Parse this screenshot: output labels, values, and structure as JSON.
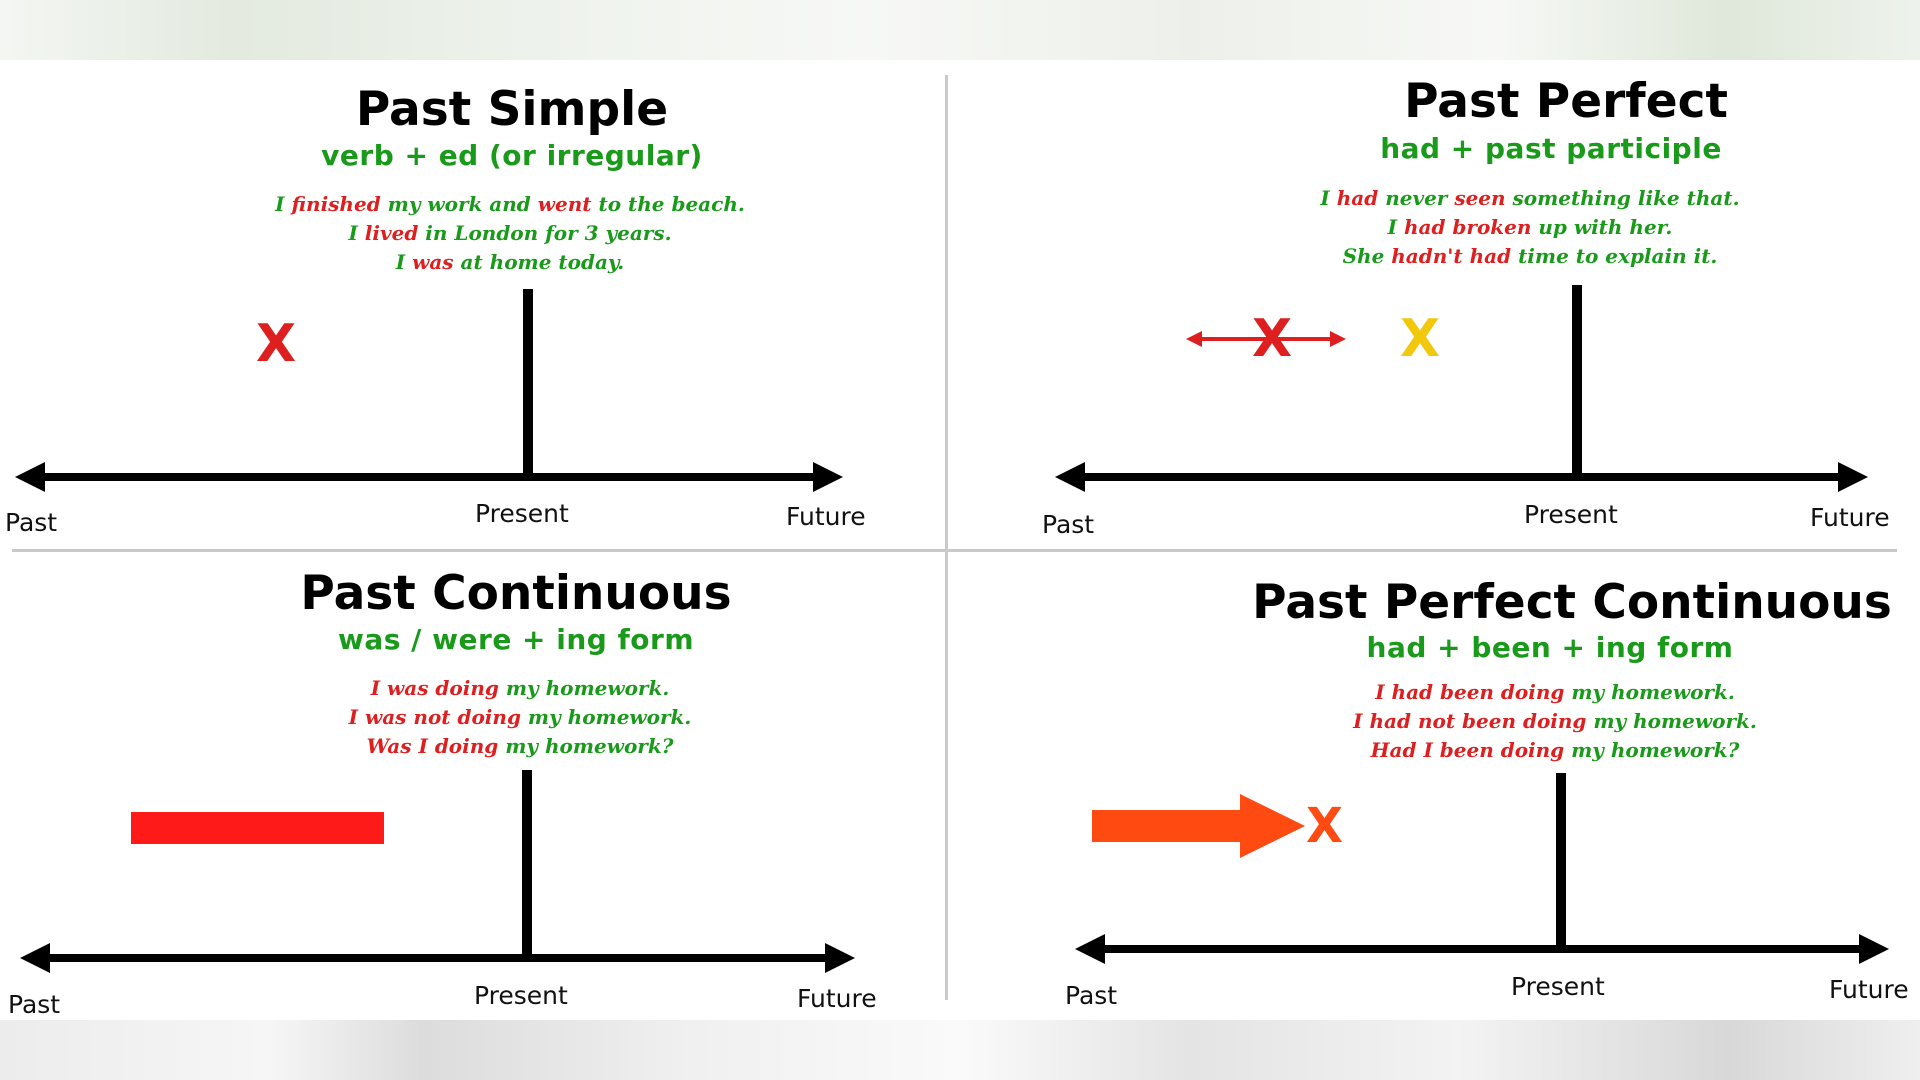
{
  "colors": {
    "green": "#1a9a1a",
    "red": "#dd1f1f",
    "yellow": "#f2c80f",
    "orange_red": "#ff4a12",
    "axis": "#000000"
  },
  "axis_labels": {
    "past": "Past",
    "present": "Present",
    "future": "Future"
  },
  "panels": [
    {
      "title": "Past Simple",
      "formula": "verb + ed (or irregular)",
      "examples": [
        [
          [
            "I ",
            "g"
          ],
          [
            "finished",
            "r"
          ],
          [
            " my work and ",
            "g"
          ],
          [
            "went",
            "r"
          ],
          [
            " to the beach.",
            "g"
          ]
        ],
        [
          [
            "I ",
            "g"
          ],
          [
            "lived",
            "r"
          ],
          [
            " in London for 3 years.",
            "g"
          ]
        ],
        [
          [
            "I ",
            "g"
          ],
          [
            "was",
            "r"
          ],
          [
            " at home today.",
            "g"
          ]
        ]
      ],
      "markers": [
        {
          "kind": "cross",
          "label": "X",
          "color": "red"
        }
      ]
    },
    {
      "title": "Past Perfect",
      "formula": "had + past participle",
      "examples": [
        [
          [
            "I ",
            "g"
          ],
          [
            "had",
            "r"
          ],
          [
            " never ",
            "g"
          ],
          [
            "seen",
            "r"
          ],
          [
            " something like that.",
            "g"
          ]
        ],
        [
          [
            "I ",
            "g"
          ],
          [
            "had broken",
            "r"
          ],
          [
            " up with her.",
            "g"
          ]
        ],
        [
          [
            "She ",
            "g"
          ],
          [
            "hadn't had",
            "r"
          ],
          [
            " time to explain it.",
            "g"
          ]
        ]
      ],
      "markers": [
        {
          "kind": "cross-with-arrows",
          "label": "X",
          "color": "red"
        },
        {
          "kind": "cross",
          "label": "X",
          "color": "yellow"
        }
      ]
    },
    {
      "title": "Past Continuous",
      "formula": "was / were + ing form",
      "examples": [
        [
          [
            "I ",
            "r"
          ],
          [
            "was doing",
            "r"
          ],
          [
            " my homework.",
            "g"
          ]
        ],
        [
          [
            "I ",
            "r"
          ],
          [
            "was not doing",
            "r"
          ],
          [
            " my homework.",
            "g"
          ]
        ],
        [
          [
            "Was",
            "r"
          ],
          [
            " I ",
            "r"
          ],
          [
            "doing",
            "r"
          ],
          [
            " my homework?",
            "g"
          ]
        ]
      ],
      "markers": [
        {
          "kind": "duration-bar",
          "color": "red"
        }
      ]
    },
    {
      "title": "Past Perfect Continuous",
      "formula": "had + been + ing form",
      "examples": [
        [
          [
            "I ",
            "r"
          ],
          [
            "had been doing",
            "r"
          ],
          [
            " my homework.",
            "g"
          ]
        ],
        [
          [
            "I ",
            "r"
          ],
          [
            "had not been doing",
            "r"
          ],
          [
            " my homework.",
            "g"
          ]
        ],
        [
          [
            "Had I been doing",
            "r"
          ],
          [
            " my homework?",
            "g"
          ]
        ]
      ],
      "markers": [
        {
          "kind": "arrow-to-cross",
          "label": "X",
          "color": "orange_red"
        }
      ]
    }
  ]
}
